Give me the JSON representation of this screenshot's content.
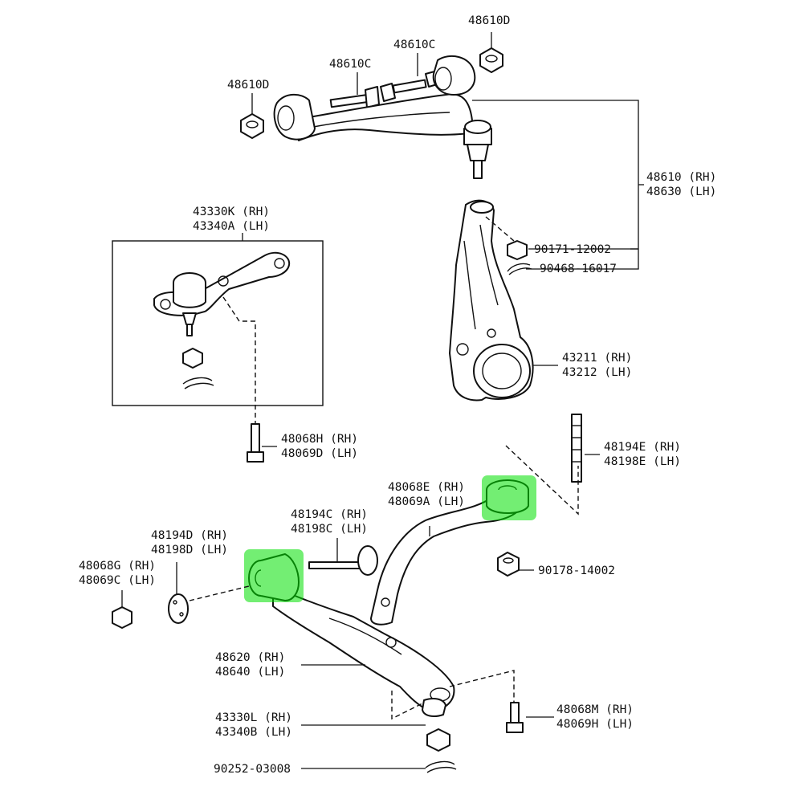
{
  "callouts": [
    {
      "id": "48610D_top",
      "lines": [
        "48610D"
      ]
    },
    {
      "id": "48610C_mid",
      "lines": [
        "48610C"
      ]
    },
    {
      "id": "48610C_left",
      "lines": [
        "48610C"
      ]
    },
    {
      "id": "48610D_left",
      "lines": [
        "48610D"
      ]
    },
    {
      "id": "48610",
      "lines": [
        "48610 (RH)",
        "48630 (LH)"
      ]
    },
    {
      "id": "90171",
      "lines": [
        "90171-12002"
      ]
    },
    {
      "id": "90468",
      "lines": [
        "90468-16017"
      ]
    },
    {
      "id": "43330K",
      "lines": [
        "43330K (RH)",
        "43340A (LH)"
      ]
    },
    {
      "id": "43211",
      "lines": [
        "43211 (RH)",
        "43212 (LH)"
      ]
    },
    {
      "id": "48068H",
      "lines": [
        "48068H (RH)",
        "48069D (LH)"
      ]
    },
    {
      "id": "48194E",
      "lines": [
        "48194E (RH)",
        "48198E (LH)"
      ]
    },
    {
      "id": "48068E",
      "lines": [
        "48068E (RH)",
        "48069A (LH)"
      ]
    },
    {
      "id": "48194C",
      "lines": [
        "48194C (RH)",
        "48198C (LH)"
      ]
    },
    {
      "id": "48194D",
      "lines": [
        "48194D (RH)",
        "48198D (LH)"
      ]
    },
    {
      "id": "48068G",
      "lines": [
        "48068G (RH)",
        "48069C (LH)"
      ]
    },
    {
      "id": "90178",
      "lines": [
        "90178-14002"
      ]
    },
    {
      "id": "48620",
      "lines": [
        "48620 (RH)",
        "48640 (LH)"
      ]
    },
    {
      "id": "48068M",
      "lines": [
        "48068M (RH)",
        "48069H (LH)"
      ]
    },
    {
      "id": "43330L",
      "lines": [
        "43330L (RH)",
        "43340B (LH)"
      ]
    },
    {
      "id": "90252",
      "lines": [
        "90252-03008"
      ]
    }
  ],
  "highlights": [
    {
      "id": "front-bushing",
      "color": "#00e000"
    },
    {
      "id": "rear-bushing",
      "color": "#00e000"
    }
  ]
}
